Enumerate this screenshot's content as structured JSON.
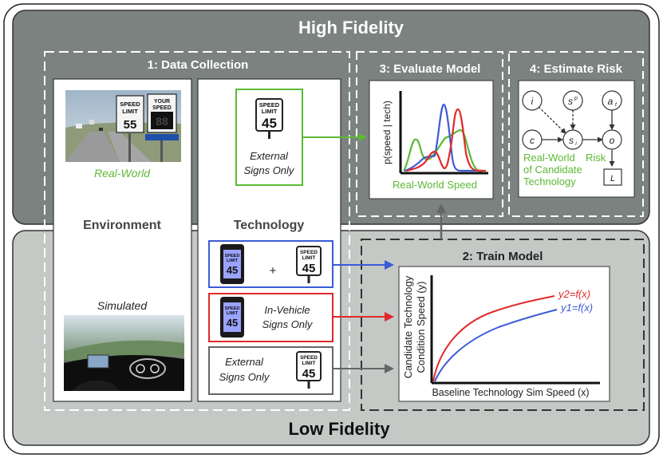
{
  "panels": {
    "high_fidelity": "High Fidelity",
    "low_fidelity": "Low Fidelity"
  },
  "sections": {
    "data_collection": "1: Data Collection",
    "train_model": "2: Train Model",
    "evaluate_model": "3: Evaluate Model",
    "estimate_risk": "4:  Estimate Risk"
  },
  "columns": {
    "environment": "Environment",
    "technology": "Technology"
  },
  "environment": {
    "real_world": "Real-World",
    "simulated": "Simulated"
  },
  "photo_signs": {
    "speed_limit_line1": "SPEED",
    "speed_limit_line2": "LIMIT",
    "speed_limit_number": "55",
    "your_speed_line1": "YOUR",
    "your_speed_line2": "SPEED",
    "your_speed_value": "88"
  },
  "speed_sign": {
    "line1": "SPEED",
    "line2": "LIMIT",
    "number": "45"
  },
  "technology": {
    "external_line1": "External",
    "external_line2": "Signs Only",
    "combined_plus": "+",
    "invehicle_line1": "In-Vehicle",
    "invehicle_line2": "Signs Only"
  },
  "evaluate": {
    "ylabel": "p(speed | tech)",
    "xlabel": "Real-World Speed"
  },
  "train": {
    "ylabel_line1": "Candidate Technology",
    "ylabel_line2": "Condition Speed (y)",
    "xlabel": "Baseline Technology Sim Speed (x)",
    "y2_label": "y2=f(x)",
    "y1_label": "y1=f(x)"
  },
  "risk": {
    "nodes": {
      "i": "i",
      "sp": "s",
      "sp_sup": "p",
      "at": "a",
      "at_sub": "t",
      "c": "c",
      "si": "s",
      "si_sub": "i",
      "o": "o",
      "L": "L"
    },
    "label_line1": "Real-World",
    "label_line1b": "Risk",
    "label_line2": "of Candidate",
    "label_line3": "Technology"
  },
  "colors": {
    "green": "#5cb934",
    "blue": "#3b5bd6",
    "red": "#e02a2a",
    "high_fill": "#7b8280",
    "low_fill": "#c4c9c6",
    "gray_arrow": "#666666"
  },
  "chart_data": [
    {
      "type": "line",
      "title": "3: Evaluate Model",
      "xlabel": "Real-World Speed",
      "ylabel": "p(speed | tech)",
      "series": [],
      "note_series_colors": [
        "#5cb934",
        "#3b5bd6",
        "#e02a2a"
      ]
    },
    {
      "type": "line",
      "title": "2: Train Model",
      "xlabel": "Baseline Technology Sim Speed (x)",
      "ylabel": "Candidate Technology Condition Speed (y)",
      "series": [
        {
          "name": "y2=f(x)"
        },
        {
          "name": "y1=f(x)"
        }
      ]
    }
  ]
}
